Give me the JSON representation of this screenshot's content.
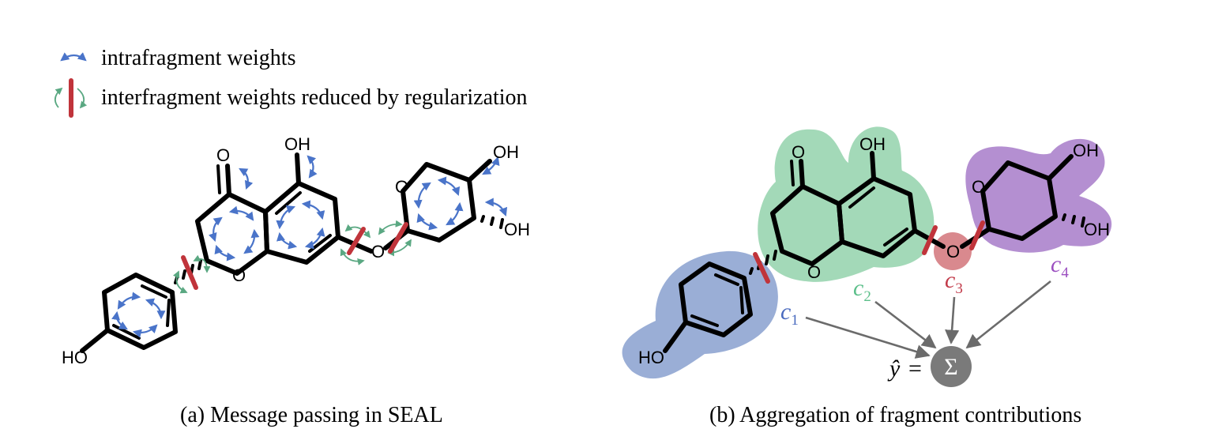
{
  "legend": {
    "intra_label": "intrafragment weights",
    "inter_label": "interfragment weights reduced by regularization"
  },
  "panel_a": {
    "caption": "(a) Message passing in SEAL",
    "atoms": {
      "o_ketone": "O",
      "oh_top": "OH",
      "o_ring": "O",
      "o_link": "O",
      "o_sugar": "O",
      "oh_sugar1": "OH",
      "oh_sugar2": "OH",
      "ho_phenol": "HO"
    }
  },
  "panel_b": {
    "caption": "(b) Aggregation of fragment contributions",
    "atoms": {
      "o_ketone": "O",
      "oh_top": "OH",
      "o_ring": "O",
      "o_link": "O",
      "o_sugar": "O",
      "oh_sugar1": "OH",
      "oh_sugar2": "OH",
      "ho_phenol": "HO"
    },
    "contributions": [
      {
        "symbol": "c",
        "index": "1",
        "color": "#4a6bbf"
      },
      {
        "symbol": "c",
        "index": "2",
        "color": "#5cbf8a"
      },
      {
        "symbol": "c",
        "index": "3",
        "color": "#c23b4a"
      },
      {
        "symbol": "c",
        "index": "4",
        "color": "#9b4fc0"
      }
    ],
    "output_symbol": "ŷ",
    "equals": "=",
    "sum_symbol": "Σ",
    "fragment_colors": {
      "phenol": "#9aaed6",
      "chromone": "#a3d9b8",
      "linker": "#d9898e",
      "sugar": "#b48fd1"
    }
  }
}
